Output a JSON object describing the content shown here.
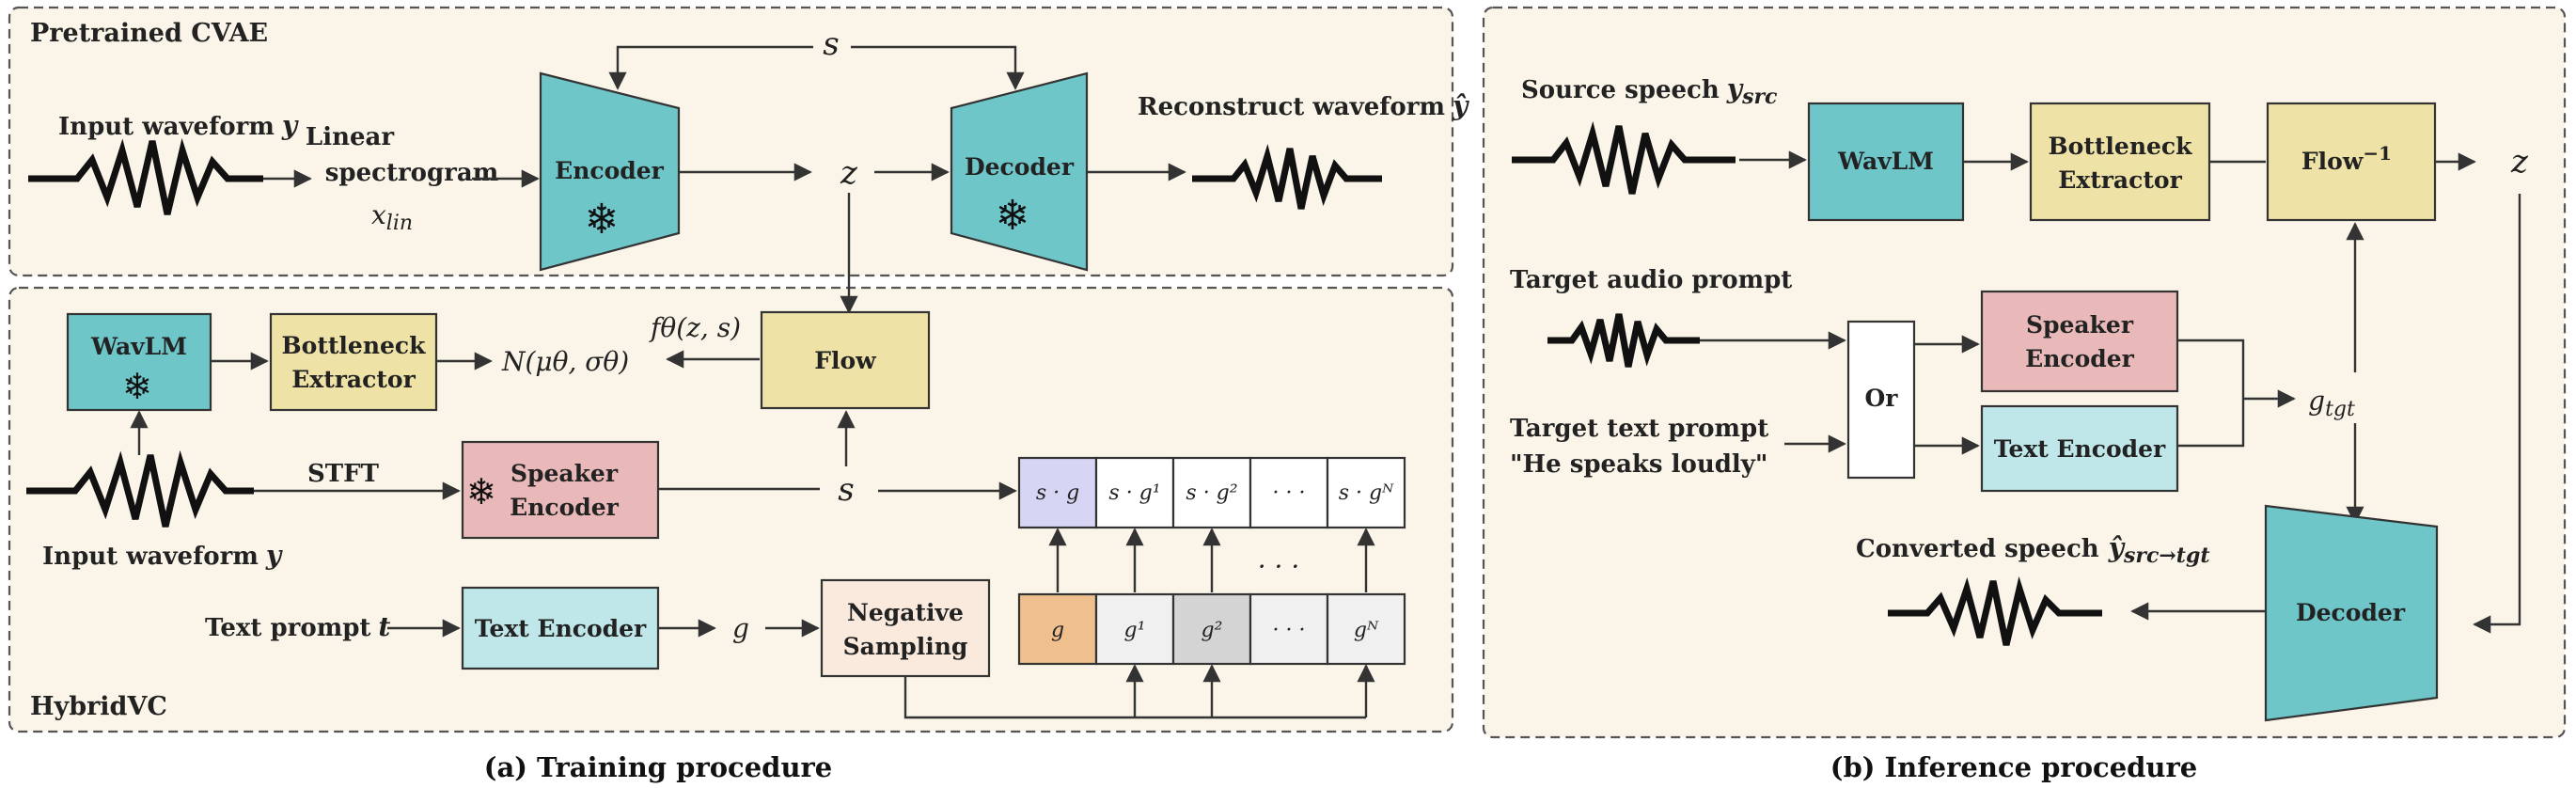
{
  "colors": {
    "panel_bg": "#faf5e8",
    "teal": "#6ec6c9",
    "yellow": "#efe2a7",
    "pink": "#e8b9b8",
    "lightblue": "#bfe6e8",
    "peach": "#faeadd",
    "orange": "#efc08e",
    "lavender": "#d6d6f4",
    "lightgray": "#f0f0f0",
    "midgray": "#d4d4d4"
  },
  "icons": {
    "frozen": "❄"
  },
  "training": {
    "cvae_title": "Pretrained CVAE",
    "hybrid_title": "HybridVC",
    "caption": "(a) Training procedure",
    "input_waveform": "Input waveform",
    "input_waveform_var": "y",
    "linear_spec_line1": "Linear",
    "linear_spec_line2": "spectrogram",
    "x_lin": "x",
    "x_lin_sub": "lin",
    "encoder": "Encoder",
    "decoder": "Decoder",
    "s": "s",
    "z": "z",
    "reconstruct": "Reconstruct waveform",
    "reconstruct_var": "ŷ",
    "wavlm": "WavLM",
    "bottleneck_line1": "Bottleneck",
    "bottleneck_line2": "Extractor",
    "normal_dist": "N(μθ, σθ)",
    "f_theta": "fθ(z, s)",
    "flow": "Flow",
    "stft": "STFT",
    "speaker_encoder_line1": "Speaker",
    "speaker_encoder_line2": "Encoder",
    "input_waveform_2": "Input waveform",
    "input_waveform_2_var": "y",
    "text_prompt": "Text prompt",
    "text_prompt_var": "t",
    "text_encoder": "Text Encoder",
    "g": "g",
    "neg_sampling_line1": "Negative",
    "neg_sampling_line2": "Sampling",
    "ellipsis": "· · ·",
    "sg_cells": [
      "s · g",
      "s · g¹",
      "s · g²",
      "· · ·",
      "s · gᴺ"
    ],
    "g_cells": [
      "g",
      "g¹",
      "g²",
      "· · ·",
      "gᴺ"
    ]
  },
  "inference": {
    "caption": "(b) Inference procedure",
    "source_speech": "Source speech",
    "y_src": "y",
    "y_src_sub": "src",
    "wavlm": "WavLM",
    "bottleneck_line1": "Bottleneck",
    "bottleneck_line2": "Extractor",
    "flow_inv": "Flow",
    "flow_inv_sup": "−1",
    "z": "z",
    "target_audio": "Target audio prompt",
    "target_text_line1": "Target text prompt",
    "target_text_line2": "\"He speaks loudly\"",
    "or": "Or",
    "speaker_encoder_line1": "Speaker",
    "speaker_encoder_line2": "Encoder",
    "text_encoder": "Text Encoder",
    "g_tgt": "g",
    "g_tgt_sub": "tgt",
    "converted": "Converted speech",
    "y_hat": "ŷ",
    "y_hat_sub": "src→tgt",
    "decoder": "Decoder"
  }
}
